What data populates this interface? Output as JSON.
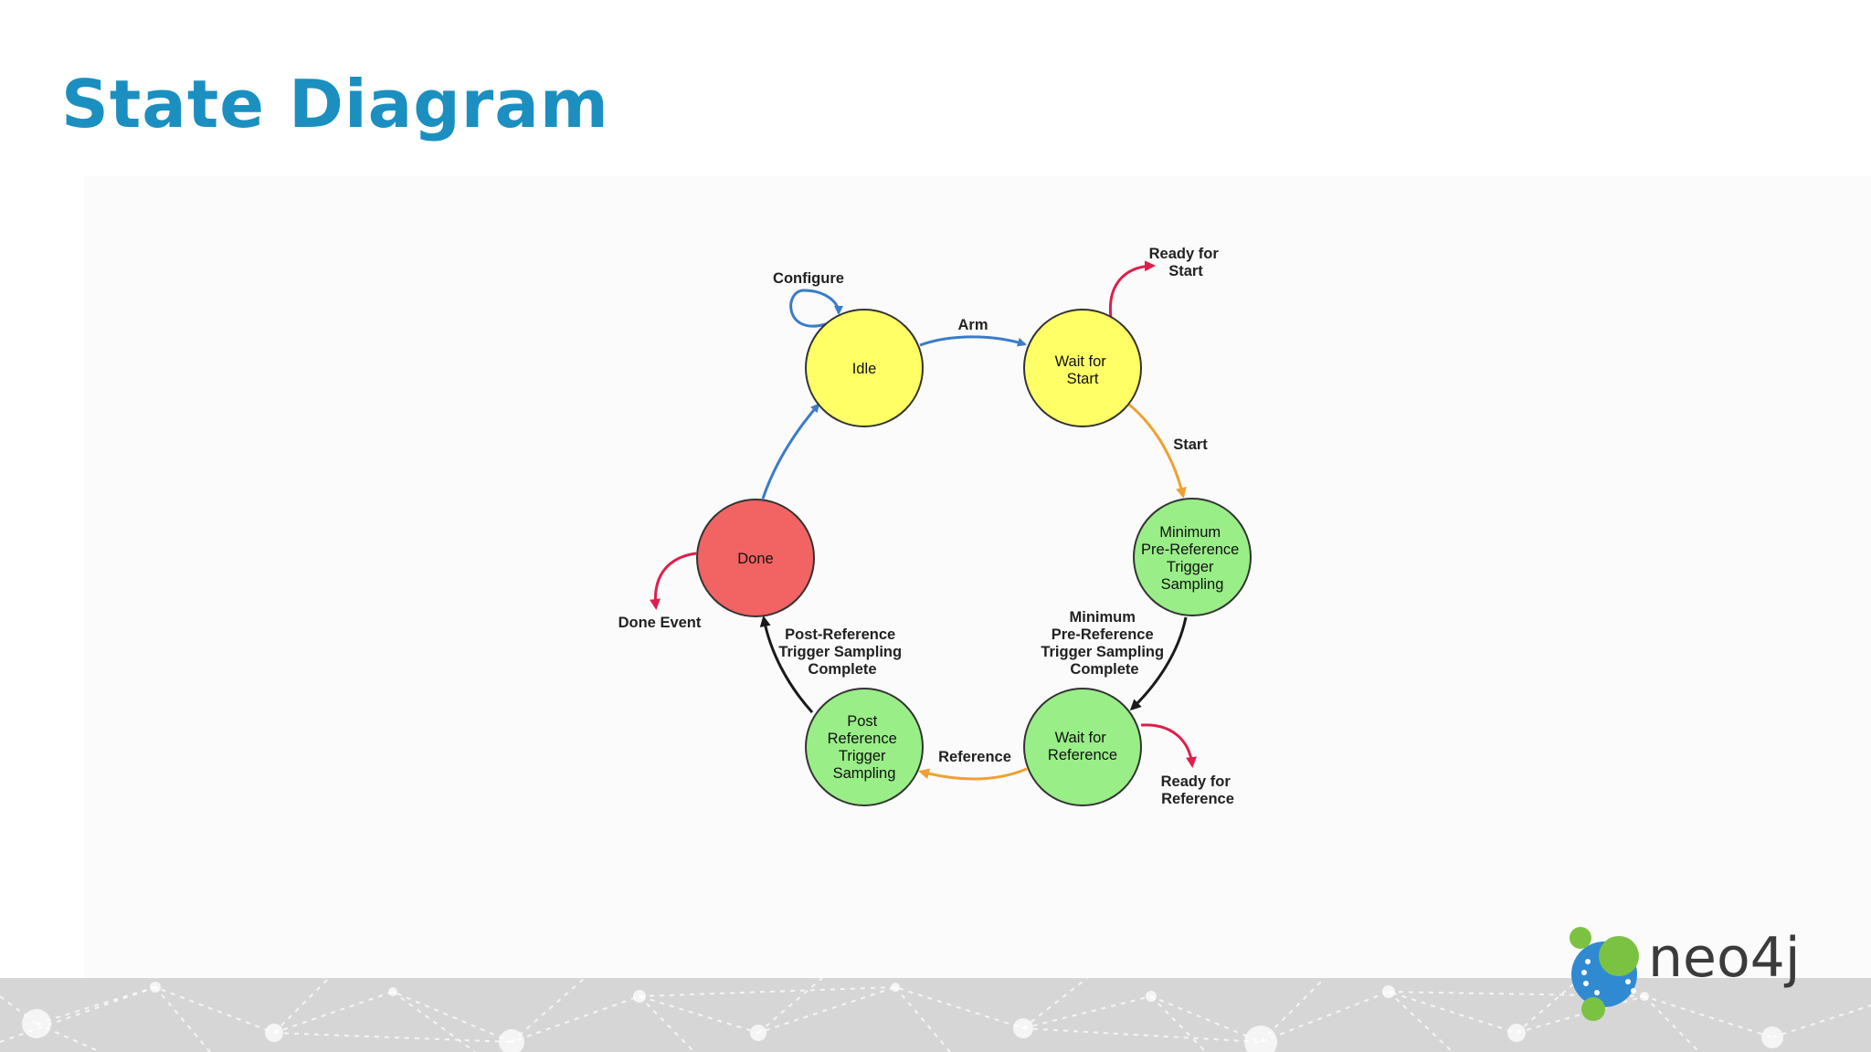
{
  "slide": {
    "title": "State Diagram"
  },
  "diagram": {
    "states": {
      "idle": "Idle",
      "wait_for_start": [
        "Wait for",
        "Start"
      ],
      "min_pre_ref": [
        "Minimum",
        "Pre-Reference",
        "Trigger",
        "Sampling"
      ],
      "wait_for_reference": [
        "Wait for",
        "Reference"
      ],
      "post_ref": [
        "Post",
        "Reference",
        "Trigger",
        "Sampling"
      ],
      "done": "Done"
    },
    "transitions": {
      "configure": "Configure",
      "arm": "Arm",
      "start": "Start",
      "min_pre_ref_complete": [
        "Minimum",
        "Pre-Reference",
        "Trigger Sampling",
        "Complete"
      ],
      "reference": "Reference",
      "post_ref_complete": [
        "Post-Reference",
        "Trigger Sampling",
        "Complete"
      ]
    },
    "events": {
      "ready_for_start": [
        "Ready for",
        "Start"
      ],
      "ready_for_reference": [
        "Ready for",
        "Reference"
      ],
      "done_event": "Done Event"
    },
    "colors": {
      "yellow_state": "#ffff66",
      "green_state": "#99ee88",
      "red_state": "#f26363",
      "blue_arrow": "#3a7cc8",
      "orange_arrow": "#f0a030",
      "black_arrow": "#1a1a1a",
      "event_arrow": "#dd1f4a"
    }
  },
  "branding": {
    "logo_text": "neo4j"
  }
}
